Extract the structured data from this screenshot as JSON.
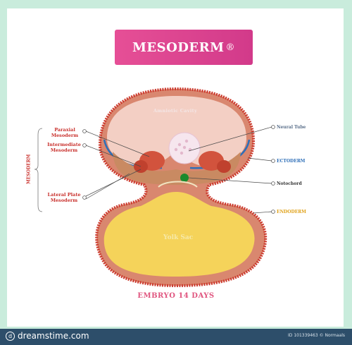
{
  "title": "MESODERM",
  "title_mark": "®",
  "labels": {
    "amniotic_cavity": "Amniotic Cavity",
    "paraxial_mesoderm": "Paraxial Mesoderm",
    "intermediate_mesoderm": "Intermediate Mesoderm",
    "lateral_plate_mesoderm": "Lateral Plate Mesoderm",
    "mesoderm_bracket": "MESODERM",
    "neural_tube": "Neural Tube",
    "ectoderm": "ECTODERM",
    "notochord": "Notochord",
    "endoderm": "ENDODERM",
    "yolk_sac": "Yolk Sac"
  },
  "caption": "EMBRYO 14 DAYS",
  "footer": {
    "brand": "dreamstime.com",
    "id_text": "ID 101339463 © Normaals"
  },
  "colors": {
    "accent": "#e0557f",
    "ectoderm_blue": "#2e6fb8",
    "mesoderm_red": "#d2533d",
    "yolk": "#f5d35a",
    "notochord": "#1a8a2c"
  }
}
